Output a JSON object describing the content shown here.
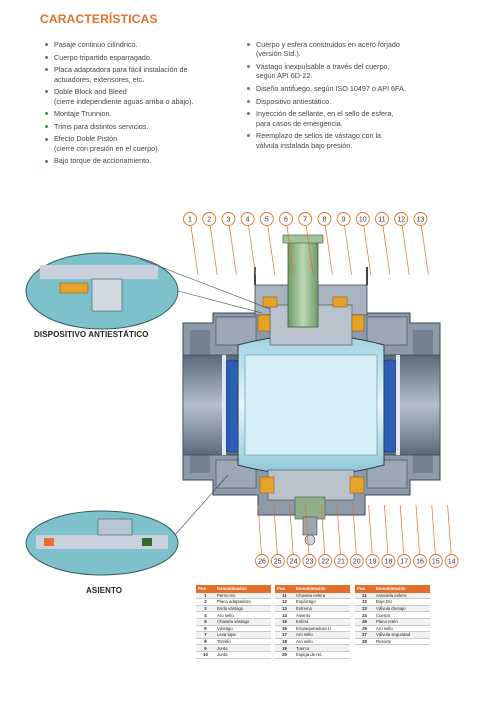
{
  "title": "CARACTERÍSTICAS",
  "features_left": [
    {
      "lines": [
        "Pasaje continuo cilíndrico."
      ]
    },
    {
      "lines": [
        "Cuerpo tripartido esparragado."
      ]
    },
    {
      "lines": [
        "Placa adaptadora para fácil instalación de",
        "actuadores, extensores, etc."
      ]
    },
    {
      "lines": [
        "Doble Block and Bleed",
        "(cierre independiente aguas arriba o abajo)."
      ]
    },
    {
      "lines": [
        "Montaje Trunnion."
      ]
    },
    {
      "lines": [
        "Trims para distintos servicios."
      ]
    },
    {
      "lines": [
        "Efecto Doble Pistón",
        "(cierre con presión en el cuerpo)."
      ]
    },
    {
      "lines": [
        "Bajo torque de accionamiento."
      ]
    }
  ],
  "features_right": [
    {
      "lines": [
        "Cuerpo y esfera construidos en acero forjado",
        "(versión Std.)."
      ]
    },
    {
      "lines": [
        "Vástago inexpulsable a través del cuerpo,",
        "según API 6D-22."
      ]
    },
    {
      "lines": [
        "Diseño antifuego, según ISO 10497 o API 6FA."
      ]
    },
    {
      "lines": [
        "Dispositivo antiestático."
      ]
    },
    {
      "lines": [
        "Inyección de sellante, en el sello de esfera,",
        "para casos de emergencia."
      ]
    },
    {
      "lines": [
        "Reemplazo de sellos de vástago con la",
        "válvula instalada bajo presión."
      ]
    }
  ],
  "callouts_top": [
    "1",
    "2",
    "3",
    "4",
    "5",
    "6",
    "7",
    "8",
    "9",
    "10",
    "11",
    "12",
    "13"
  ],
  "callouts_bottom": [
    "26",
    "25",
    "24",
    "23",
    "22",
    "21",
    "20",
    "19",
    "18",
    "17",
    "16",
    "15",
    "14"
  ],
  "caption_antistatic": "DISPOSITIVO ANTIESTÁTICO",
  "caption_seat": "ASIENTO",
  "table_header": {
    "pos": "Pos",
    "name": "Denominación"
  },
  "parts_tables": [
    [
      [
        "1",
        "Perno ret."
      ],
      [
        "2",
        "Placa adaptadora"
      ],
      [
        "3",
        "Brida vástago"
      ],
      [
        "4",
        "Aro sello"
      ],
      [
        "5",
        "Chaveta vástago"
      ],
      [
        "6",
        "Vástago"
      ],
      [
        "7",
        "Leva tope"
      ],
      [
        "8",
        "Tornillo"
      ],
      [
        "9",
        "Junta"
      ],
      [
        "10",
        "Junta"
      ]
    ],
    [
      [
        "11",
        "Chaveta esfera"
      ],
      [
        "12",
        "Espárrago"
      ],
      [
        "13",
        "Extremo"
      ],
      [
        "14",
        "Asiento"
      ],
      [
        "15",
        "Esfera"
      ],
      [
        "16",
        "Empaquetadura U"
      ],
      [
        "17",
        "Aro sello"
      ],
      [
        "18",
        "Aro sello"
      ],
      [
        "19",
        "Tuerca"
      ],
      [
        "20",
        "Espiga de ret."
      ]
    ],
    [
      [
        "21",
        "Arandela esfera"
      ],
      [
        "22",
        "Buje DU"
      ],
      [
        "23",
        "Válvula drenaje"
      ],
      [
        "24",
        "Cuerpo"
      ],
      [
        "25",
        "Placa retén"
      ],
      [
        "26",
        "Aro sello"
      ],
      [
        "27",
        "Válvula seguridad"
      ],
      [
        "28",
        "Resorte"
      ]
    ]
  ],
  "colors": {
    "accent": "#e2702a",
    "steel": "#7c8a99",
    "ball": "#bfe4ee",
    "stem": "#8fb08a",
    "bullet": "#4a8f4c"
  }
}
